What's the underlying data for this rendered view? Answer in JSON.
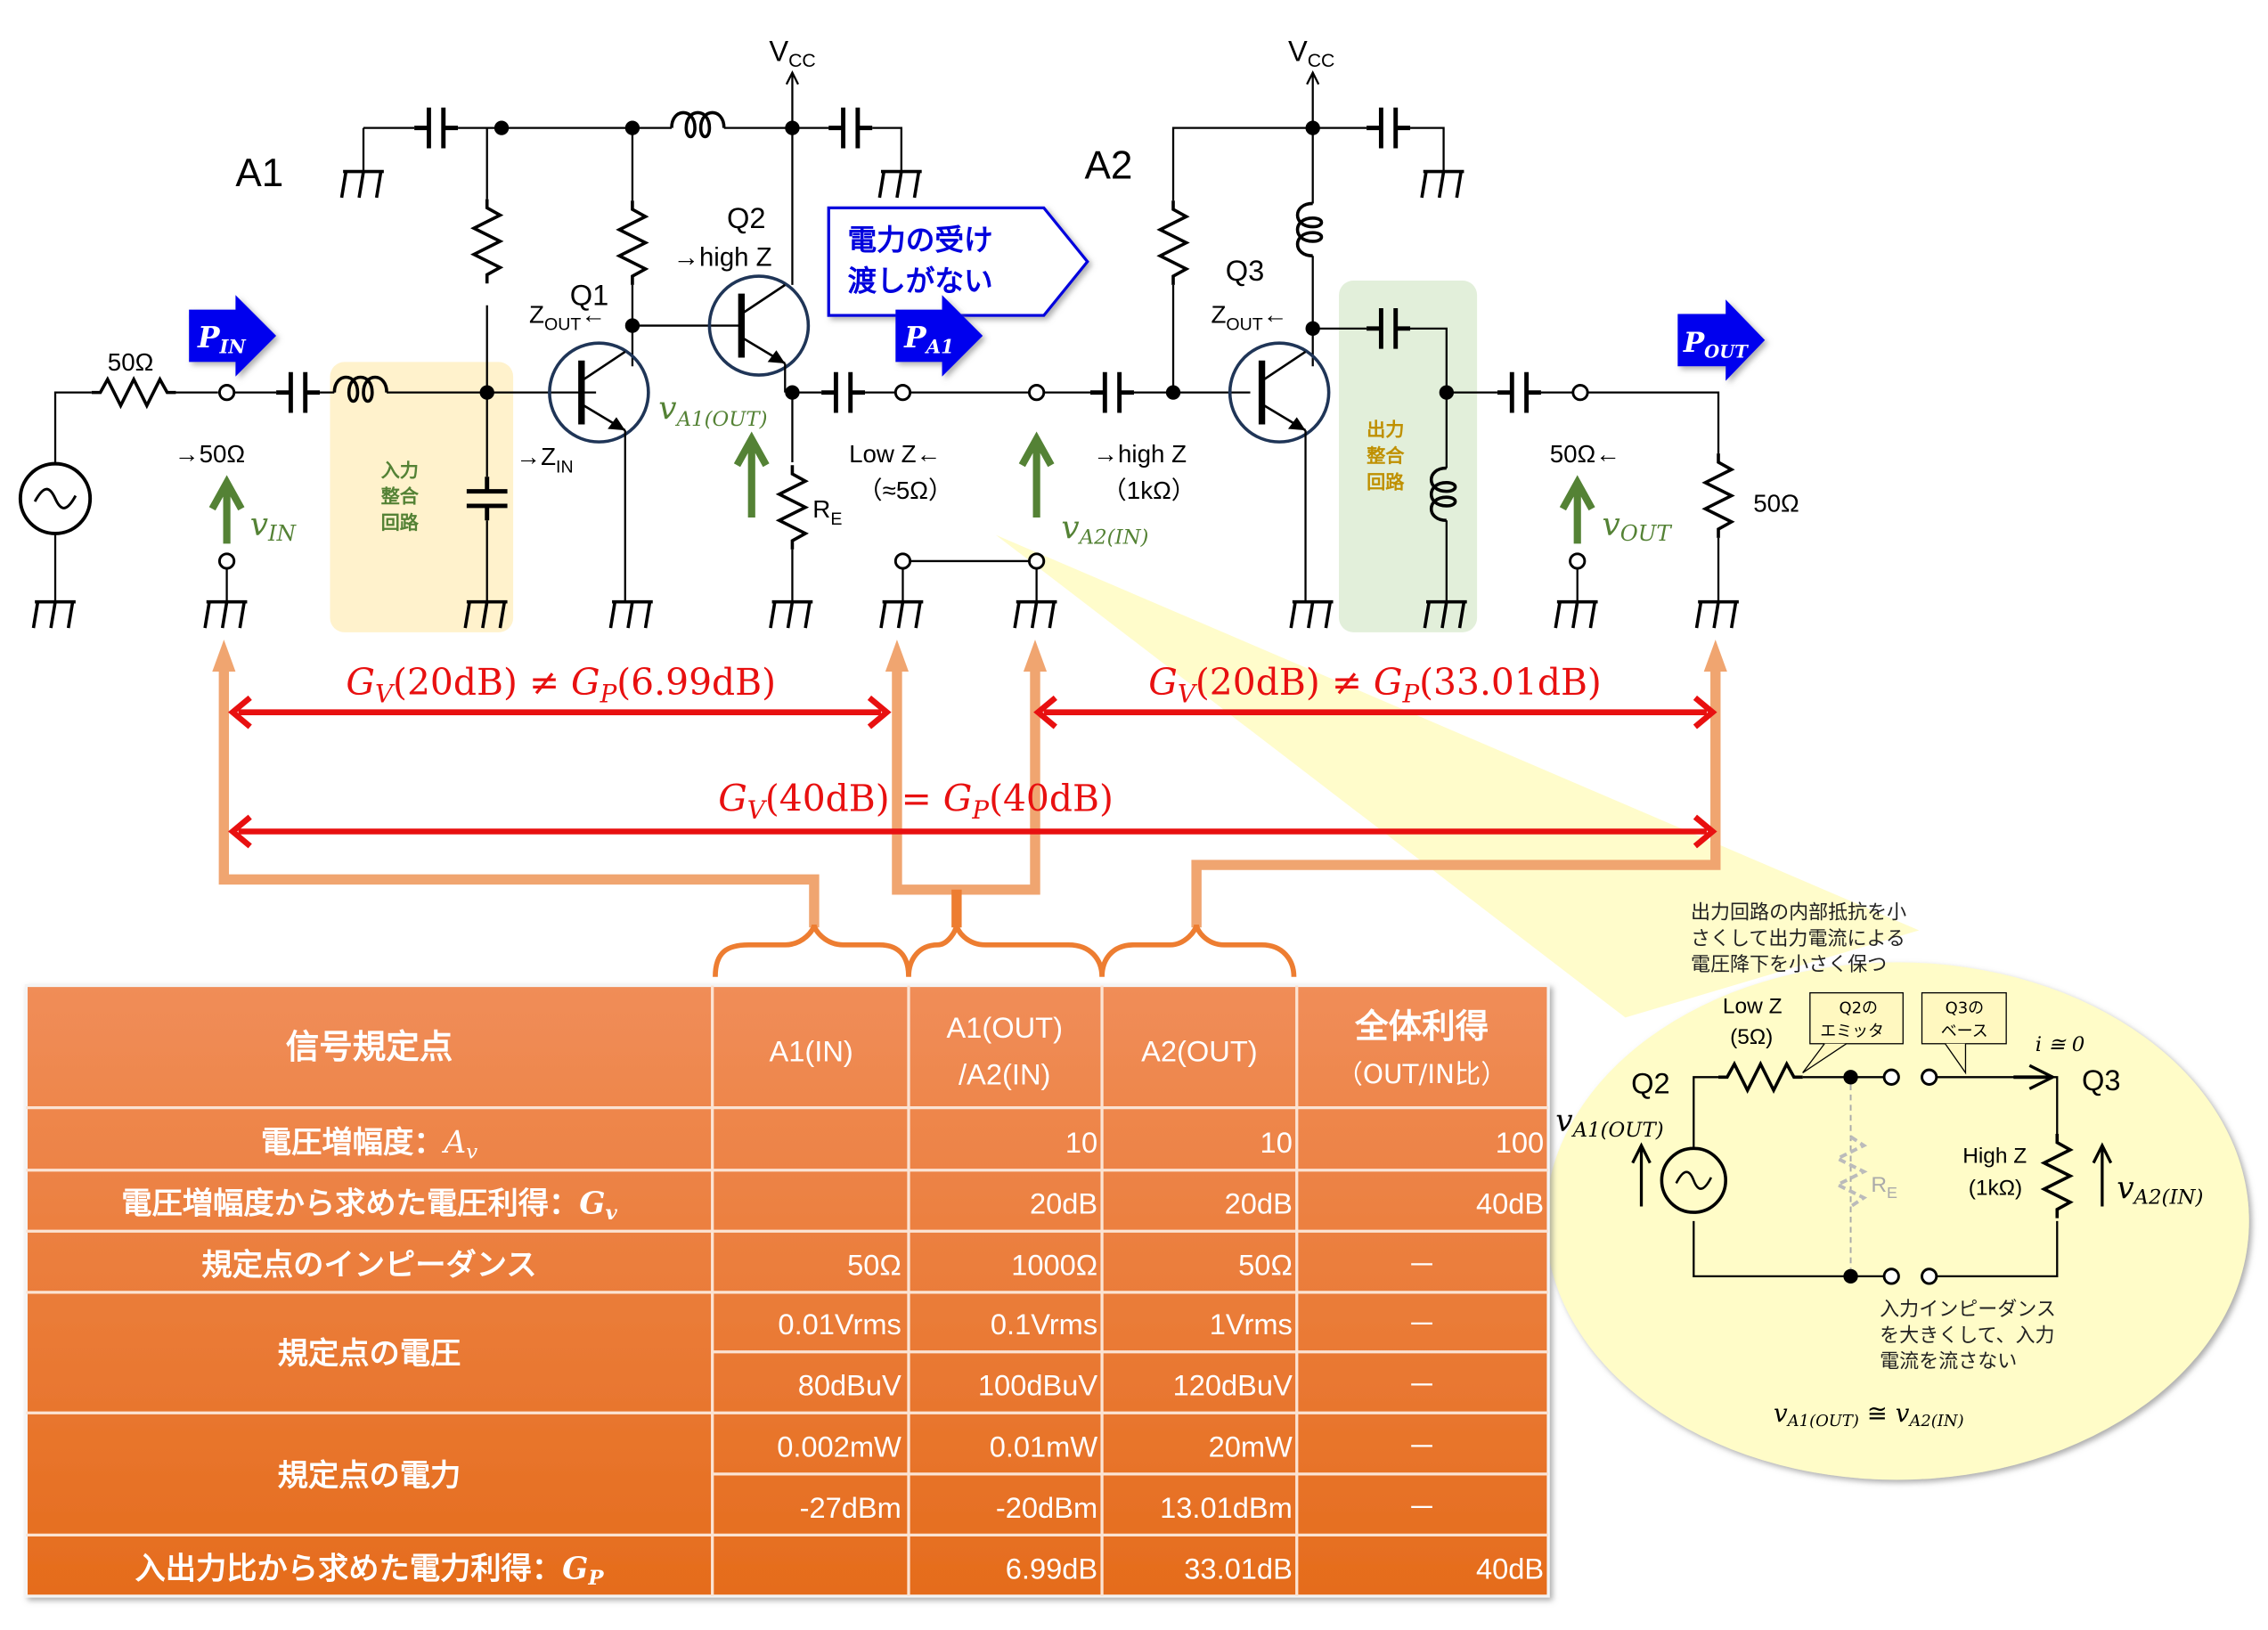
{
  "circuit": {
    "stage_a1_label": "A1",
    "stage_a2_label": "A2",
    "vcc_main": "V",
    "vcc_sub": "CC",
    "source_resistor": "50Ω",
    "load_resistor": "50Ω",
    "q1_label": "Q1",
    "q2_label": "Q2",
    "q3_label": "Q3",
    "q2_high_z": "→high Z",
    "zout_main": "Z",
    "zout_sub": "OUT",
    "zout_arrow": "←",
    "zin_arrow": "→Z",
    "zin_sub": "IN",
    "re_main": "R",
    "re_sub": "E",
    "in_impedance": "→50Ω",
    "out_impedance": "50Ω←",
    "low_z_line1": "Low Z←",
    "low_z_line2": "（≈5Ω）",
    "high_z_line1": "→high Z",
    "high_z_line2": "（1kΩ）",
    "input_match_lines": [
      "入力",
      "整合",
      "回路"
    ],
    "output_match_lines": [
      "出力",
      "整合",
      "回路"
    ],
    "no_power_transfer_lines": [
      "電力の受け",
      "渡しがない"
    ],
    "power_arrows": [
      {
        "main": "P",
        "sub": "IN"
      },
      {
        "main": "P",
        "sub": "A1"
      },
      {
        "main": "P",
        "sub": "OUT"
      }
    ],
    "voltage_labels": [
      {
        "main": "v",
        "sub": "IN"
      },
      {
        "main": "v",
        "sub": "A1(OUT)"
      },
      {
        "main": "v",
        "sub": "A2(IN)"
      },
      {
        "main": "v",
        "sub": "OUT"
      }
    ]
  },
  "gains": {
    "a1": {
      "gv_sym": "G",
      "gv_sub": "V",
      "gv_val": "(20dB)",
      "rel": "≠",
      "gp_sym": "G",
      "gp_sub": "P",
      "gp_val": "(6.99dB)"
    },
    "a2": {
      "gv_sym": "G",
      "gv_sub": "V",
      "gv_val": "(20dB)",
      "rel": "≠",
      "gp_sym": "G",
      "gp_sub": "P",
      "gp_val": "(33.01dB)"
    },
    "total": {
      "gv_sym": "G",
      "gv_sub": "V",
      "gv_val": "(40dB)",
      "rel": "=",
      "gp_sym": "G",
      "gp_sub": "P",
      "gp_val": "(40dB)"
    }
  },
  "table": {
    "header": {
      "col0": "信号規定点",
      "col1": "A1(IN)",
      "col2_line1": "A1(OUT)",
      "col2_line2": "/A2(IN)",
      "col3": "A2(OUT)",
      "col4_line1": "全体利得",
      "col4_line2": "（OUT/IN比）"
    },
    "rows": [
      {
        "label": "電圧増幅度：",
        "sym": "A",
        "sub": "v",
        "cells": [
          "",
          "10",
          "10",
          "100"
        ]
      },
      {
        "label": "電圧増幅度から求めた電圧利得：",
        "sym": "G",
        "sub": "v",
        "cells": [
          "",
          "20dB",
          "20dB",
          "40dB"
        ]
      },
      {
        "label": "規定点のインピーダンス",
        "sym": "",
        "sub": "",
        "cells": [
          "50Ω",
          "1000Ω",
          "50Ω",
          "－"
        ]
      },
      {
        "label": "規定点の電圧",
        "sym": "",
        "sub": "",
        "subrows": [
          [
            "0.01Vrms",
            "0.1Vrms",
            "1Vrms",
            "－"
          ],
          [
            "80dBuV",
            "100dBuV",
            "120dBuV",
            "－"
          ]
        ]
      },
      {
        "label": "規定点の電力",
        "sym": "",
        "sub": "",
        "subrows": [
          [
            "0.002mW",
            "0.01mW",
            "20mW",
            "－"
          ],
          [
            "-27dBm",
            "-20dBm",
            "13.01dBm",
            "－"
          ]
        ]
      },
      {
        "label": "入出力比から求めた電力利得：",
        "sym": "G",
        "sub": "P",
        "cells": [
          "",
          "6.99dB",
          "33.01dB",
          "40dB"
        ]
      }
    ]
  },
  "callout": {
    "top_note_lines": [
      "出力回路の内部抵抗を小",
      "さくして出力電流による",
      "電圧降下を小さく保つ"
    ],
    "low_z_line1": "Low Z",
    "low_z_line2": "(5Ω)",
    "q2_emitter_lines": [
      "Q2の",
      "エミッタ"
    ],
    "q3_base_lines": [
      "Q3の",
      "ベース"
    ],
    "current": "i ≅ 0",
    "q2_label": "Q2",
    "q3_label": "Q3",
    "v_out": {
      "main": "v",
      "sub": "A1(OUT)"
    },
    "v_in": {
      "main": "v",
      "sub": "A2(IN)"
    },
    "re_main": "R",
    "re_sub": "E",
    "high_z_line1": "High Z",
    "high_z_line2": "(1kΩ)",
    "bottom_note_lines": [
      "入力インピーダンス",
      "を大きくして、入力",
      "電流を流さない"
    ],
    "equation": {
      "lhs_main": "v",
      "lhs_sub": "A1(OUT)",
      "rel": "≅",
      "rhs_main": "v",
      "rhs_sub": "A2(IN)"
    }
  },
  "colors": {
    "power_arrow": "#0000ee",
    "voltage_arrow": "#548235",
    "gain_arrow": "#e81010",
    "connector": "#f0a570",
    "brace": "#ed7d31",
    "table_top": "#f08c55",
    "table_bottom": "#e8701f",
    "input_match_bg": "#fff2cc",
    "output_match_bg": "#e2efda",
    "callout_bg": "#fffcc8"
  }
}
